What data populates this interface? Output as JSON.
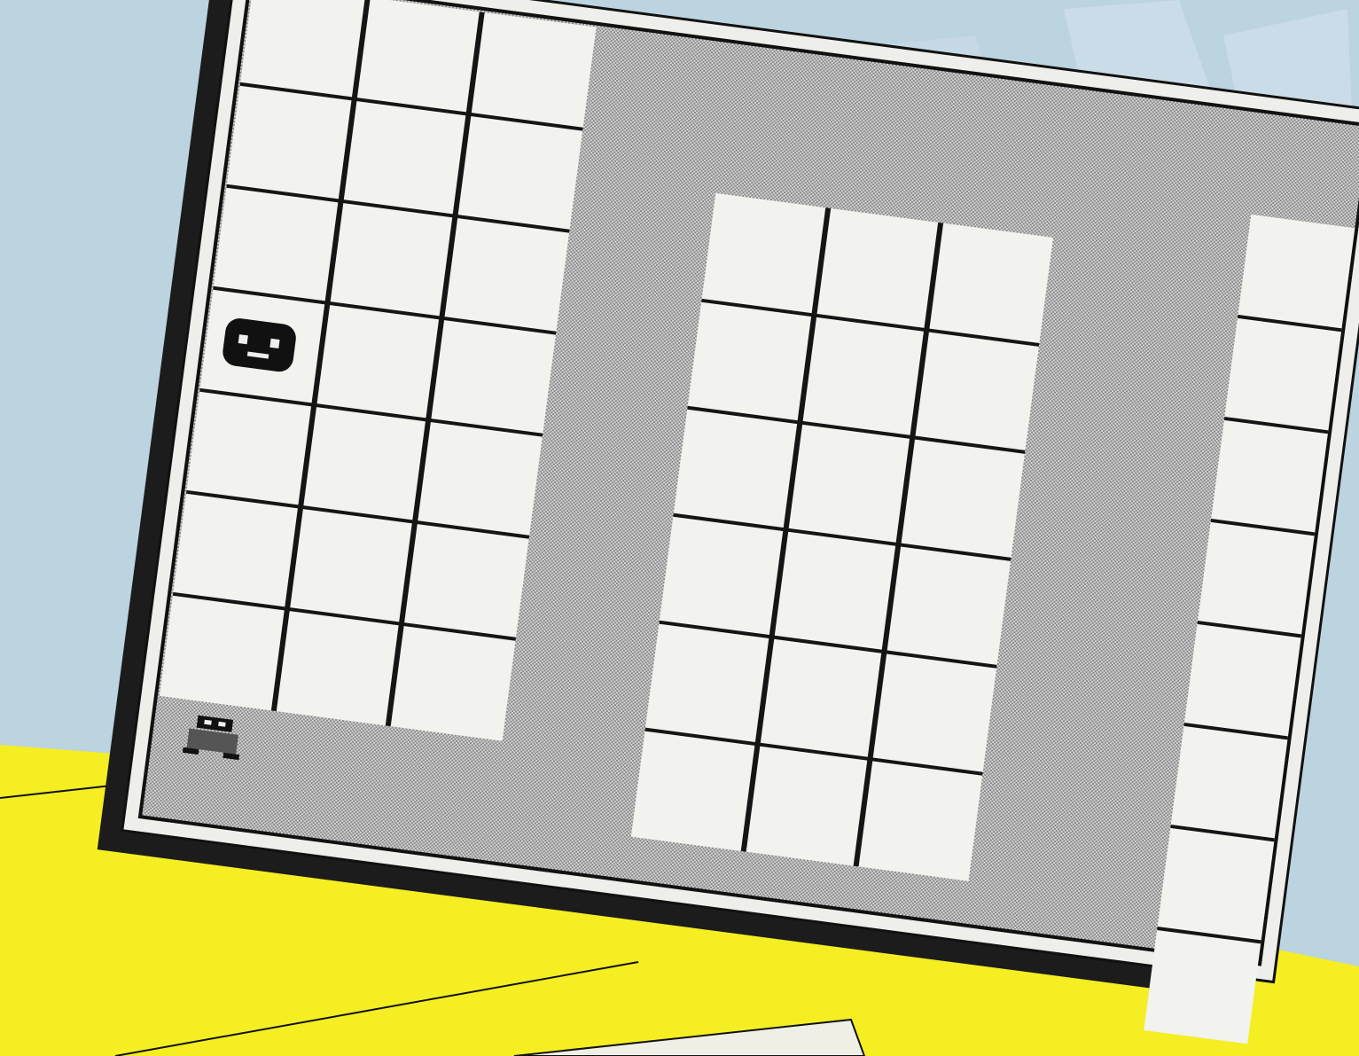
{
  "scene": {
    "colors": {
      "sky": "#bcd3e0",
      "yellow_surface": "#f5ee22",
      "board_face": "#eeeeea",
      "board_shadow": "#1c1c1c",
      "dither_dark": "#8a8a8a",
      "dither_light": "#d4d4d4",
      "cell_face": "#f2f2ee",
      "grid_line": "#151515"
    }
  },
  "board": {
    "grids": [
      {
        "name": "left-grid",
        "cols": 3,
        "rows": 7
      },
      {
        "name": "middle-grid",
        "cols": 3,
        "rows": 6
      },
      {
        "name": "right-column",
        "cols": 1,
        "rows": 8
      }
    ],
    "sprites": [
      {
        "name": "robot-face-sprite",
        "icon": "robot-face-icon",
        "grid": "left-grid",
        "col": 0,
        "row": 3
      },
      {
        "name": "player-robot-sprite",
        "icon": "walking-robot-icon",
        "area": "bottom-left-corridor"
      }
    ]
  }
}
